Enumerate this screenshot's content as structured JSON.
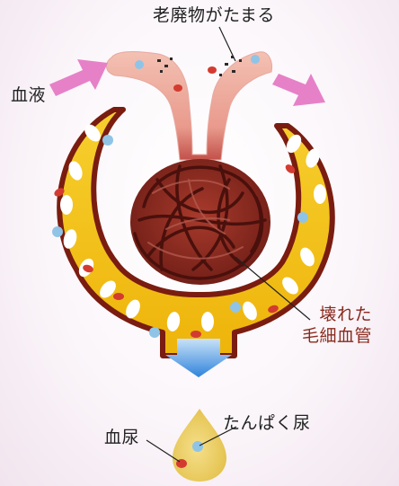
{
  "labels": {
    "waste": "老廃物がたまる",
    "blood": "血液",
    "broken_line1": "壊れた",
    "broken_line2": "毛細血管",
    "hematuria": "血尿",
    "proteinuria": "たんぱく尿"
  },
  "colors": {
    "capsule_yellow": "#f4c20f",
    "capsule_outline": "#7a1c10",
    "vessel_pink": "#f2b4a8",
    "capillary_dark": "#5e1612",
    "arrow_pink": "#e681c8",
    "arrow_blue": "#3a8fe0",
    "urine_drop": "#ecd16a",
    "red_cell": "#d43b30",
    "protein_blue": "#8fc4e6"
  }
}
